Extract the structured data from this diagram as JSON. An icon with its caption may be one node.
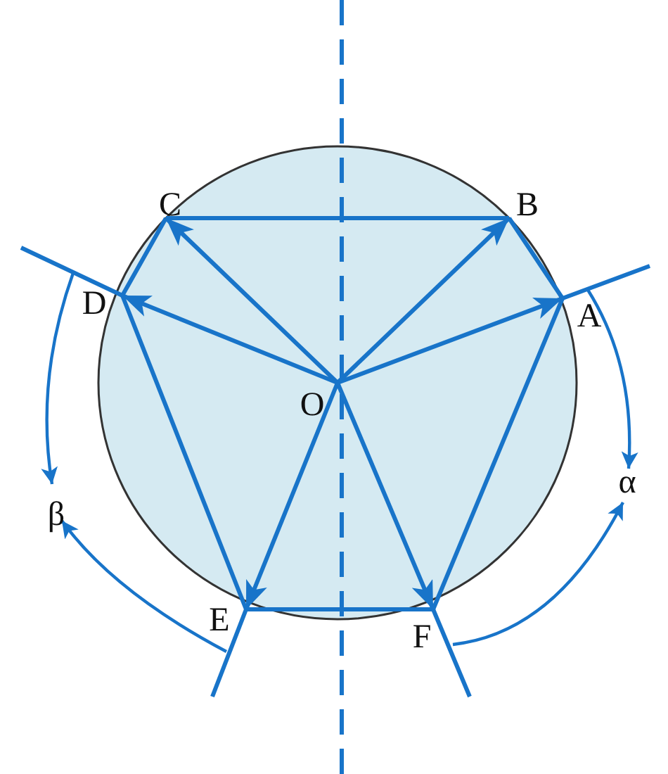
{
  "diagram": {
    "nodes": [
      {
        "text": [
          "C"
        ]
      },
      {
        "text": [
          "B"
        ]
      },
      {
        "text": [
          "D"
        ]
      },
      {
        "text": [
          "A"
        ]
      },
      {
        "text": [
          "O"
        ]
      },
      {
        "text": [
          "E"
        ]
      },
      {
        "text": [
          "F"
        ]
      }
    ],
    "edges": [
      {
        "from": 4,
        "to": 3,
        "arrow": "to"
      },
      {
        "from": 4,
        "to": 1,
        "arrow": "to"
      },
      {
        "from": 4,
        "to": 0,
        "arrow": "to"
      },
      {
        "from": 4,
        "to": 2,
        "arrow": "to"
      },
      {
        "from": 4,
        "to": 5,
        "arrow": "to"
      },
      {
        "from": 4,
        "to": 6,
        "arrow": "to"
      },
      {
        "from": 0,
        "to": 1,
        "arrow": "none"
      },
      {
        "from": 1,
        "to": 3,
        "arrow": "none"
      },
      {
        "from": 0,
        "to": 2,
        "arrow": "none"
      },
      {
        "from": 2,
        "to": 5,
        "arrow": "none"
      },
      {
        "from": 5,
        "to": 6,
        "arrow": "none"
      },
      {
        "from": 6,
        "to": 3,
        "arrow": "none"
      }
    ],
    "labels": [
      "α",
      "β"
    ]
  }
}
